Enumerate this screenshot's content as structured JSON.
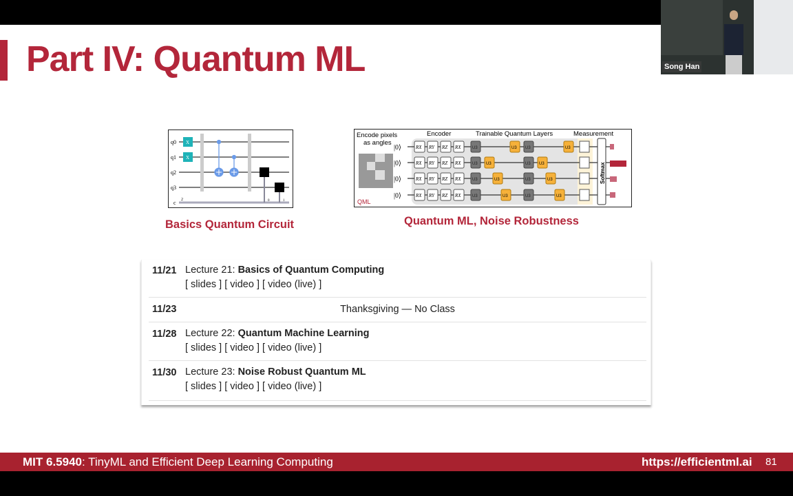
{
  "slide": {
    "title": "Part IV: Quantum ML",
    "page_number": "81"
  },
  "figures": [
    {
      "caption": "Basics Quantum Circuit",
      "qubits": [
        "q0",
        "q1",
        "q2",
        "q3"
      ],
      "classical": "c",
      "classical_bits": "2",
      "gate": "X",
      "meas_bits": [
        "0",
        "1"
      ]
    },
    {
      "caption": "Quantum ML, Noise Robustness",
      "labels": {
        "encode": "Encode pixels",
        "encode2": "as angles",
        "encoder": "Encoder",
        "trainable": "Trainable Quantum Layers",
        "measurement": "Measurement",
        "softmax": "Softmax",
        "qml": "QML",
        "ket": "|0⟩"
      },
      "encoder_gates": [
        "RX",
        "RY",
        "RZ",
        "RX"
      ],
      "u_gate": "U3"
    }
  ],
  "schedule": [
    {
      "date": "11/21",
      "prefix": "Lecture 21: ",
      "title": "Basics of Quantum Computing",
      "links": "[ slides ] [ video ] [ video (live) ]"
    },
    {
      "date": "11/23",
      "note": "Thanksgiving — No Class"
    },
    {
      "date": "11/28",
      "prefix": "Lecture 22: ",
      "title": "Quantum Machine Learning",
      "links": "[ slides ] [ video ] [ video (live) ]"
    },
    {
      "date": "11/30",
      "prefix": "Lecture 23: ",
      "title": "Noise Robust Quantum ML",
      "links": "[ slides ] [ video ] [ video (live) ]"
    }
  ],
  "footer": {
    "course_code": "MIT 6.5940",
    "course_name": ": TinyML and Efficient Deep Learning Computing",
    "url": "https://efficientml.ai"
  },
  "speaker": {
    "name": "Song Han"
  },
  "colors": {
    "accent": "#b3263a",
    "footer": "#a8222f",
    "gate_x": "#1fb3b8",
    "gate_u3": "#f6b13a"
  }
}
